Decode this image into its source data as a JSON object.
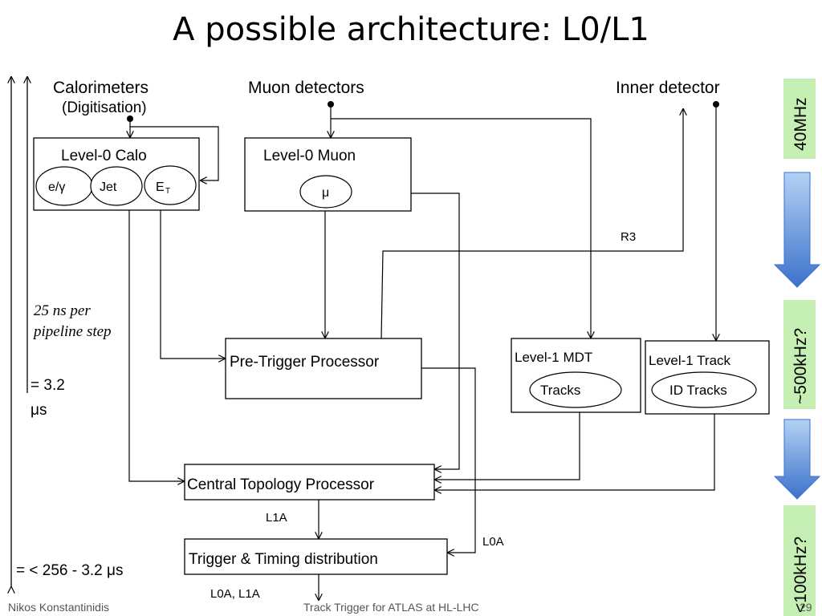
{
  "title": "A possible architecture: L0/L1",
  "sources": {
    "calorimeters": "Calorimeters",
    "digitisation": "(Digitisation)",
    "muon": "Muon detectors",
    "inner": "Inner detector"
  },
  "level0_calo": {
    "label": "Level-0 Calo",
    "items": [
      "e/γ",
      "Jet",
      "E",
      "T"
    ]
  },
  "level0_muon": {
    "label": "Level-0 Muon",
    "item": "μ"
  },
  "r3": "R3",
  "pipeline_note": [
    "25 ns per",
    "pipeline step"
  ],
  "latency": {
    "l0_line1": "= 3.2",
    "l0_line2": "μs",
    "l1": "= < 256 - 3.2 μs"
  },
  "pretrigger": "Pre-Trigger Processor",
  "l1_mdt": {
    "label": "Level-1 MDT",
    "item": "Tracks"
  },
  "l1_track": {
    "label": "Level-1 Track",
    "item": "ID Tracks"
  },
  "ctp": "Central Topology  Processor",
  "ttc": "Trigger & Timing distribution",
  "signals": {
    "l1a": "L1A",
    "l0a": "L0A",
    "l0a_l1a": "L0A, L1A"
  },
  "rates": {
    "r40": "40MHz",
    "r500": "~500kHz?",
    "r100": "<100kHz?"
  },
  "footer": {
    "author": "Nikos Konstantinidis",
    "talk": "Track Trigger for ATLAS at HL-LHC",
    "page": "29"
  },
  "colors": {
    "rate_box": "#c6efb4",
    "arrow_top": "#a9c9ef",
    "arrow_bottom": "#3f76d0",
    "line": "#000000"
  }
}
